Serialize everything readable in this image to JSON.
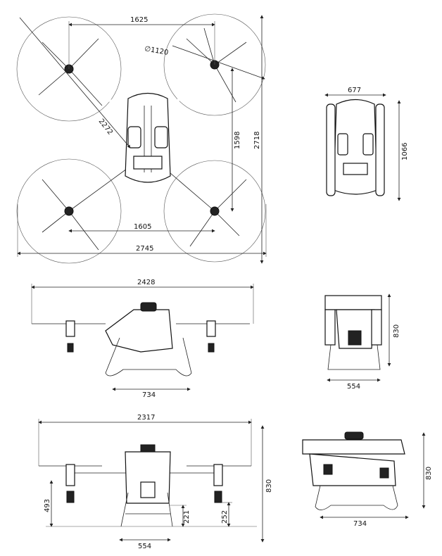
{
  "top_view": {
    "wheelbase_top": "1625",
    "prop_diameter": "∅1120",
    "diagonal": "2272",
    "inner_height": "1598",
    "overall_height": "2718",
    "wheelbase_bottom": "1605",
    "overall_width": "2745"
  },
  "folded_top_view": {
    "width": "677",
    "length": "1066"
  },
  "side_view": {
    "overall_length": "2428",
    "skid_length": "734"
  },
  "folded_front_view": {
    "height": "830",
    "width": "554"
  },
  "front_view": {
    "overall_width": "2317",
    "height": "830",
    "motor_height": "493",
    "tank_clearance": "221",
    "nozzle_clearance": "252",
    "skid_width": "554"
  },
  "folded_side_view": {
    "height": "830",
    "length": "734"
  }
}
